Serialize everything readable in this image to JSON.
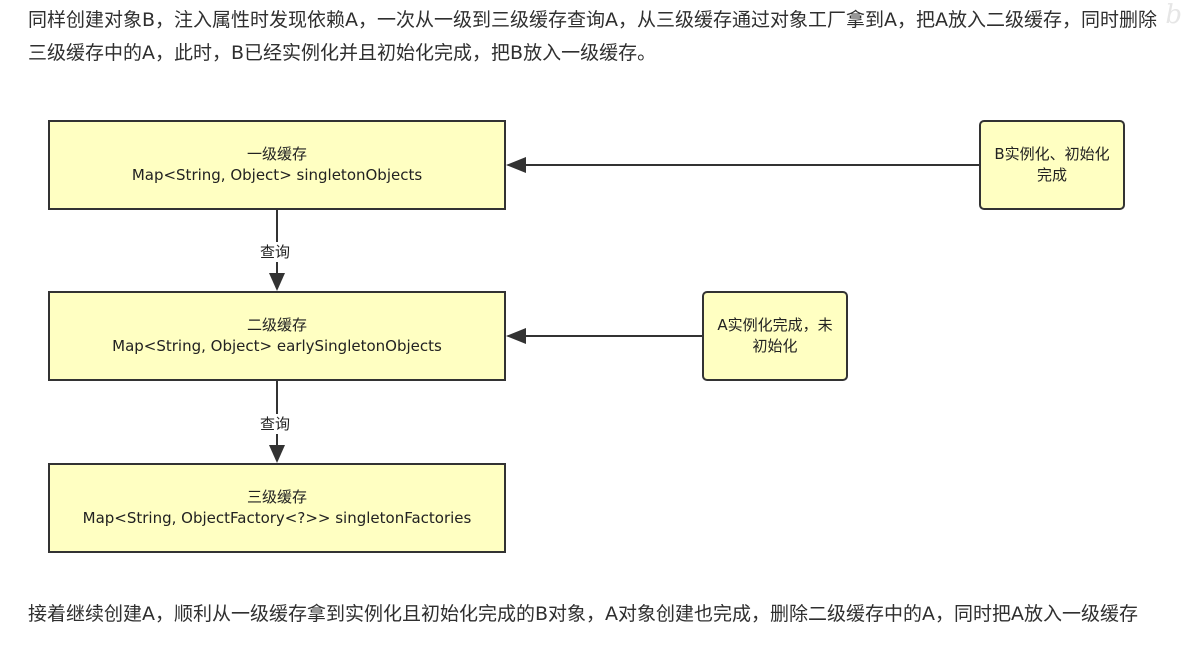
{
  "intro_text": "同样创建对象B，注入属性时发现依赖A，一次从一级到三级缓存查询A，从三级缓存通过对象工厂拿到A，把A放入二级缓存，同时删除三级缓存中的A，此时，B已经实例化并且初始化完成，把B放入一级缓存。",
  "diagram": {
    "level1": {
      "title": "一级缓存",
      "subtitle": "Map<String, Object> singletonObjects"
    },
    "level2": {
      "title": "二级缓存",
      "subtitle": "Map<String, Object> earlySingletonObjects"
    },
    "level3": {
      "title": "三级缓存",
      "subtitle": "Map<String, ObjectFactory<?>> singletonFactories"
    },
    "note_b": "B实例化、初始化完成",
    "note_a": "A实例化完成，未初始化",
    "edge_query_1": "查询",
    "edge_query_2": "查询"
  },
  "outro_text": "接着继续创建A，顺利从一级缓存拿到实例化且初始化完成的B对象，A对象创建也完成，删除二级缓存中的A，同时把A放入一级缓存"
}
